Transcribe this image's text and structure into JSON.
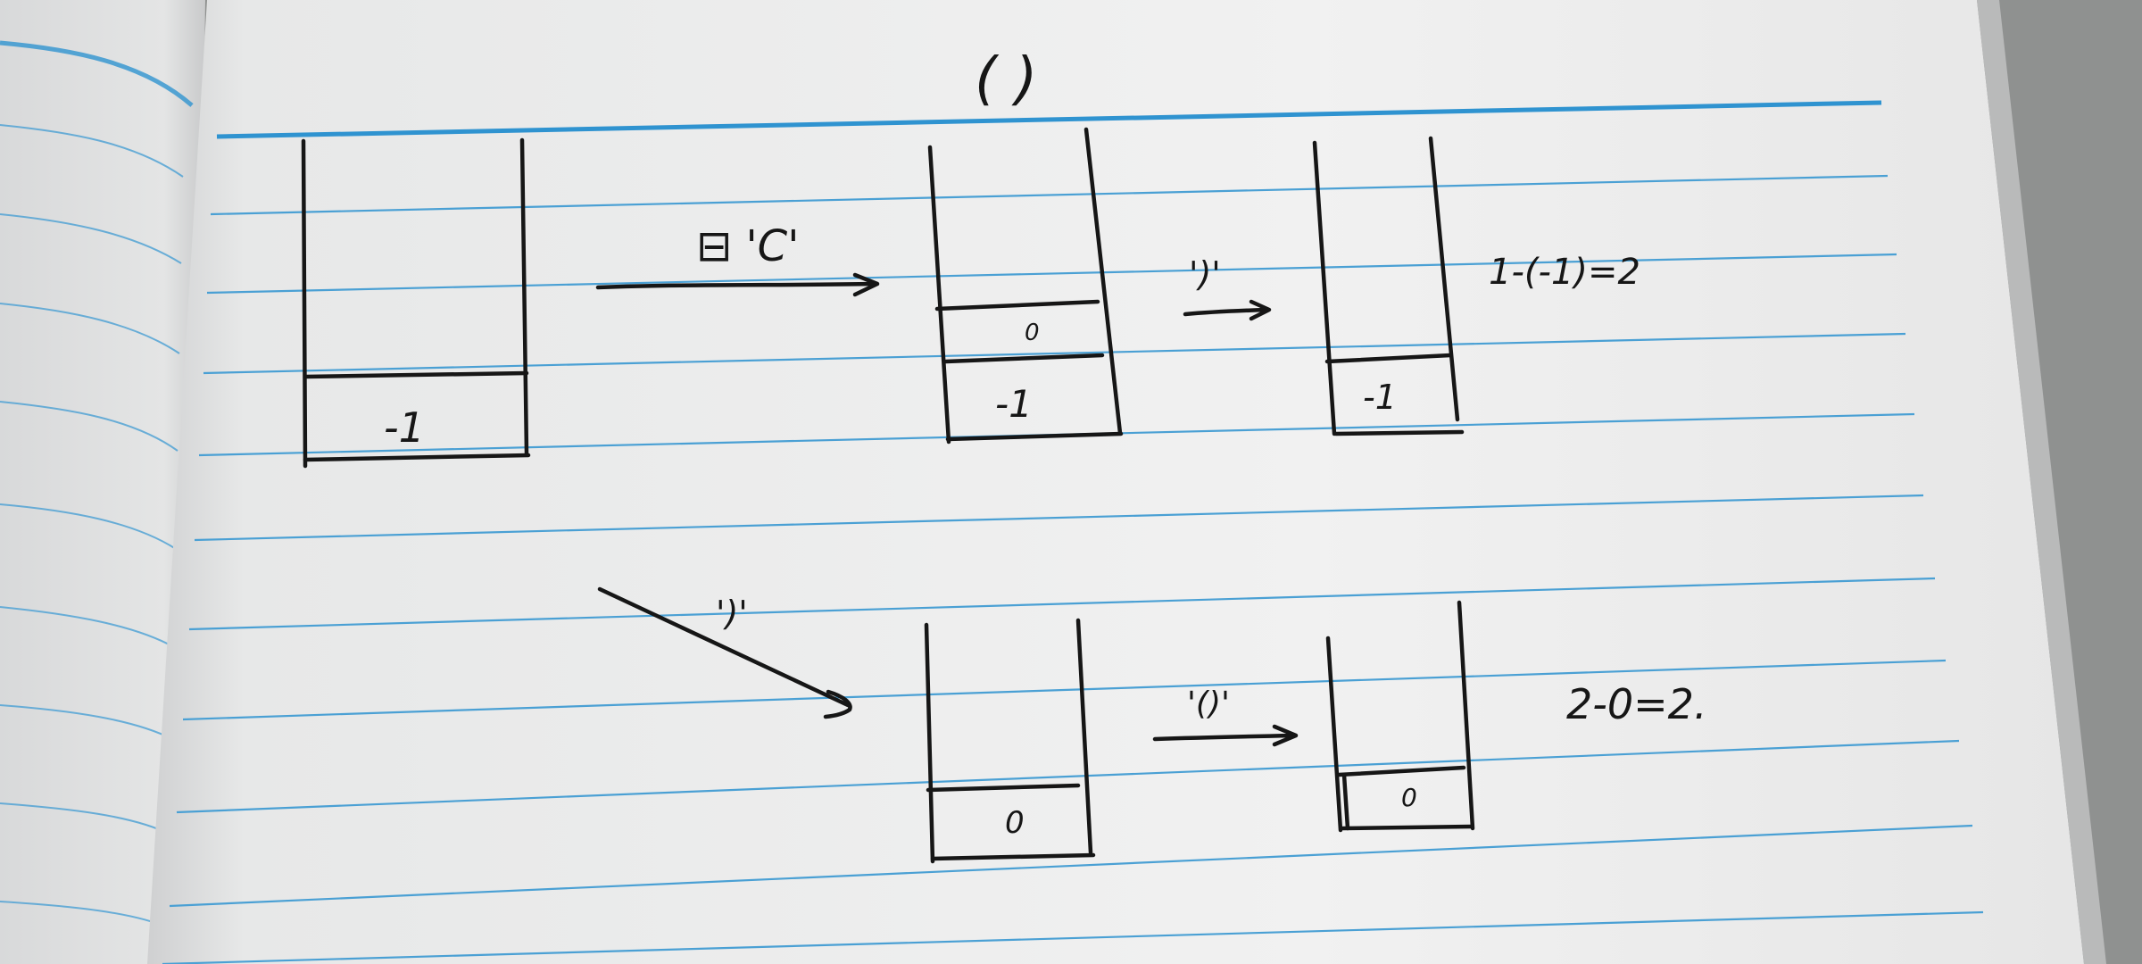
{
  "header": {
    "heading": "( )"
  },
  "stacks": [
    {
      "id": "initial",
      "cells": [
        "-1"
      ]
    },
    {
      "id": "after-push-open",
      "cells": [
        "0",
        "-1"
      ]
    },
    {
      "id": "after-pop-close",
      "cells": [
        "-1"
      ]
    },
    {
      "id": "after-close-reset",
      "cells": [
        "0"
      ]
    },
    {
      "id": "after-pair",
      "cells": [
        "0"
      ]
    }
  ],
  "transitions": [
    {
      "id": "push-open",
      "label": "⊟ 'C'"
    },
    {
      "id": "pop-close",
      "label": "')'"
    },
    {
      "id": "close-reset",
      "label": "')'"
    },
    {
      "id": "pair",
      "label": "'()'"
    }
  ],
  "results": [
    {
      "id": "result-1",
      "text": "1-(-1)=2"
    },
    {
      "id": "result-2",
      "text": "2-0=2."
    }
  ],
  "colors": {
    "paper": "#efefef",
    "paper_shadow": "#d9dadb",
    "ruled_line": "#3f9ad2",
    "ink": "#161616",
    "desk": "#8f9190"
  }
}
